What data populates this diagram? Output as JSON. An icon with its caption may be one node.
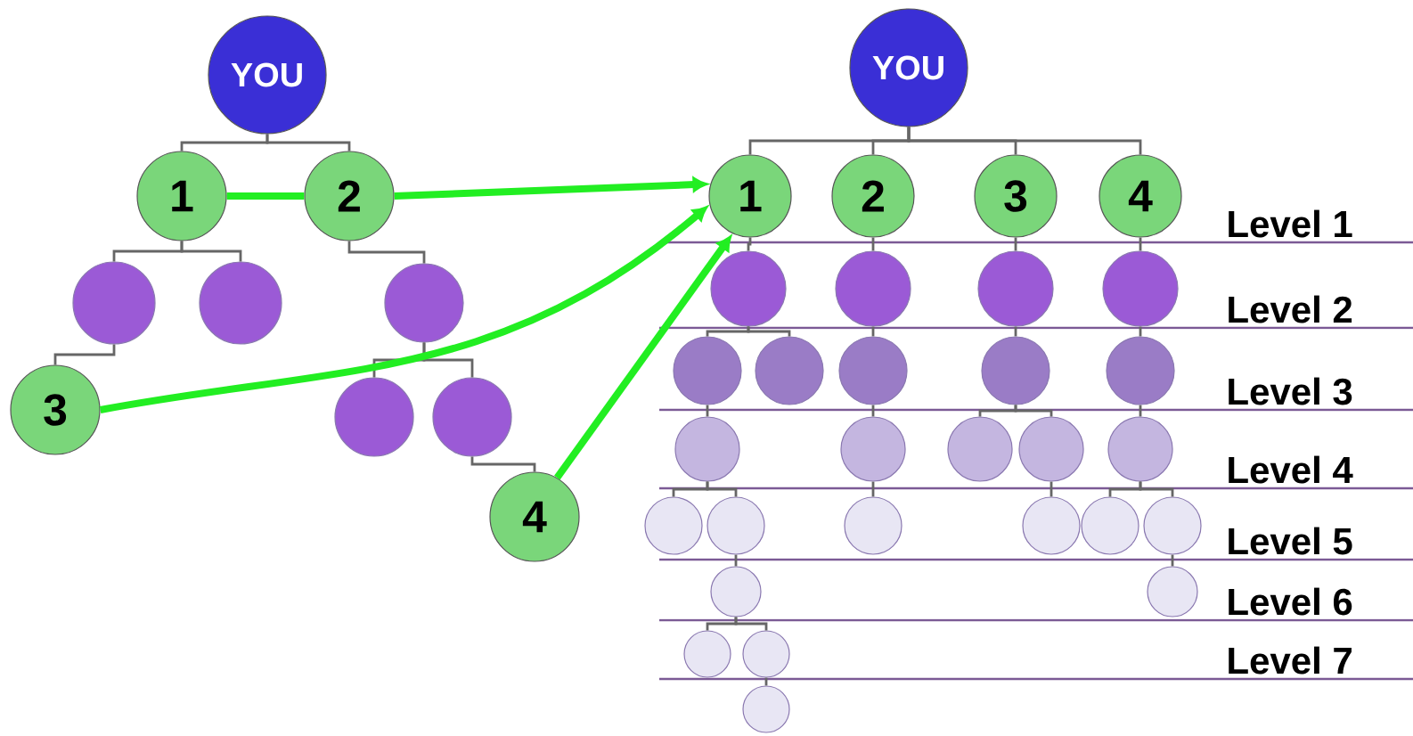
{
  "diagram": {
    "nodes": [
      {
        "text": [
          "YOU"
        ]
      },
      {
        "text": [
          "1"
        ]
      },
      {
        "text": [
          "2"
        ]
      },
      {
        "text": [],
        "shape": "circle"
      },
      {
        "text": [],
        "shape": "circle"
      },
      {
        "text": [],
        "shape": "circle"
      },
      {
        "text": [
          "3"
        ]
      },
      {
        "text": [],
        "shape": "circle"
      },
      {
        "text": [],
        "shape": "circle"
      },
      {
        "text": [
          "4"
        ]
      },
      {
        "text": [
          "YOU"
        ]
      },
      {
        "text": [
          "1"
        ]
      },
      {
        "text": [
          "2"
        ]
      },
      {
        "text": [
          "3"
        ]
      },
      {
        "text": [
          "4"
        ]
      },
      {
        "text": [],
        "shape": "circle"
      },
      {
        "text": [],
        "shape": "circle"
      },
      {
        "text": [],
        "shape": "circle"
      },
      {
        "text": [],
        "shape": "circle"
      },
      {
        "text": [],
        "shape": "circle"
      },
      {
        "text": [],
        "shape": "circle"
      },
      {
        "text": [],
        "shape": "circle"
      },
      {
        "text": [],
        "shape": "circle"
      },
      {
        "text": [],
        "shape": "circle"
      },
      {
        "text": [],
        "shape": "circle"
      },
      {
        "text": [],
        "shape": "circle"
      },
      {
        "text": [],
        "shape": "circle"
      },
      {
        "text": [],
        "shape": "circle"
      },
      {
        "text": [],
        "shape": "circle"
      },
      {
        "text": [],
        "shape": "circle"
      },
      {
        "text": [],
        "shape": "circle"
      },
      {
        "text": [],
        "shape": "circle"
      },
      {
        "text": [],
        "shape": "circle"
      },
      {
        "text": [],
        "shape": "circle"
      },
      {
        "text": [],
        "shape": "circle"
      },
      {
        "text": [],
        "shape": "circle"
      },
      {
        "text": [],
        "shape": "circle"
      },
      {
        "text": [],
        "shape": "circle"
      },
      {
        "text": [],
        "shape": "circle"
      },
      {
        "text": [],
        "shape": "circle"
      }
    ],
    "edges": [
      {
        "from": 0,
        "to": 1,
        "arrow": "none"
      },
      {
        "from": 0,
        "to": 2,
        "arrow": "none"
      },
      {
        "from": 1,
        "to": 3,
        "arrow": "none"
      },
      {
        "from": 1,
        "to": 4,
        "arrow": "none"
      },
      {
        "from": 3,
        "to": 6,
        "arrow": "none"
      },
      {
        "from": 2,
        "to": 5,
        "arrow": "none"
      },
      {
        "from": 5,
        "to": 7,
        "arrow": "none"
      },
      {
        "from": 5,
        "to": 8,
        "arrow": "none"
      },
      {
        "from": 8,
        "to": 9,
        "arrow": "none"
      },
      {
        "from": 1,
        "to": 2,
        "arrow": "none",
        "style": "thick",
        "color": "#22ee22"
      },
      {
        "from": 2,
        "to": 11,
        "arrow": "to",
        "style": "thick",
        "color": "#22ee22"
      },
      {
        "from": 6,
        "to": 11,
        "arrow": "to",
        "style": "thick",
        "color": "#22ee22"
      },
      {
        "from": 9,
        "to": 11,
        "arrow": "to",
        "style": "thick",
        "color": "#22ee22"
      },
      {
        "from": 10,
        "to": 11,
        "arrow": "none"
      },
      {
        "from": 10,
        "to": 12,
        "arrow": "none"
      },
      {
        "from": 10,
        "to": 13,
        "arrow": "none"
      },
      {
        "from": 10,
        "to": 14,
        "arrow": "none"
      },
      {
        "from": 11,
        "to": 15,
        "arrow": "none"
      },
      {
        "from": 12,
        "to": 16,
        "arrow": "none"
      },
      {
        "from": 13,
        "to": 17,
        "arrow": "none"
      },
      {
        "from": 14,
        "to": 18,
        "arrow": "none"
      },
      {
        "from": 15,
        "to": 19,
        "arrow": "none"
      },
      {
        "from": 15,
        "to": 20,
        "arrow": "none"
      },
      {
        "from": 16,
        "to": 21,
        "arrow": "none"
      },
      {
        "from": 17,
        "to": 22,
        "arrow": "none"
      },
      {
        "from": 18,
        "to": 23,
        "arrow": "none"
      },
      {
        "from": 19,
        "to": 24,
        "arrow": "none"
      },
      {
        "from": 21,
        "to": 25,
        "arrow": "none"
      },
      {
        "from": 22,
        "to": 26,
        "arrow": "none"
      },
      {
        "from": 22,
        "to": 27,
        "arrow": "none"
      },
      {
        "from": 23,
        "to": 28,
        "arrow": "none"
      },
      {
        "from": 24,
        "to": 29,
        "arrow": "none"
      },
      {
        "from": 24,
        "to": 30,
        "arrow": "none"
      },
      {
        "from": 25,
        "to": 31,
        "arrow": "none"
      },
      {
        "from": 27,
        "to": 32,
        "arrow": "none"
      },
      {
        "from": 28,
        "to": 33,
        "arrow": "none"
      },
      {
        "from": 28,
        "to": 34,
        "arrow": "none"
      },
      {
        "from": 30,
        "to": 35,
        "arrow": "none"
      },
      {
        "from": 34,
        "to": 36,
        "arrow": "none"
      },
      {
        "from": 35,
        "to": 37,
        "arrow": "none"
      },
      {
        "from": 35,
        "to": 38,
        "arrow": "none"
      },
      {
        "from": 38,
        "to": 39,
        "arrow": "none"
      }
    ],
    "labels": [
      "Level 1",
      "Level 2",
      "Level 3",
      "Level 4",
      "Level 5",
      "Level 6",
      "Level 7"
    ]
  }
}
